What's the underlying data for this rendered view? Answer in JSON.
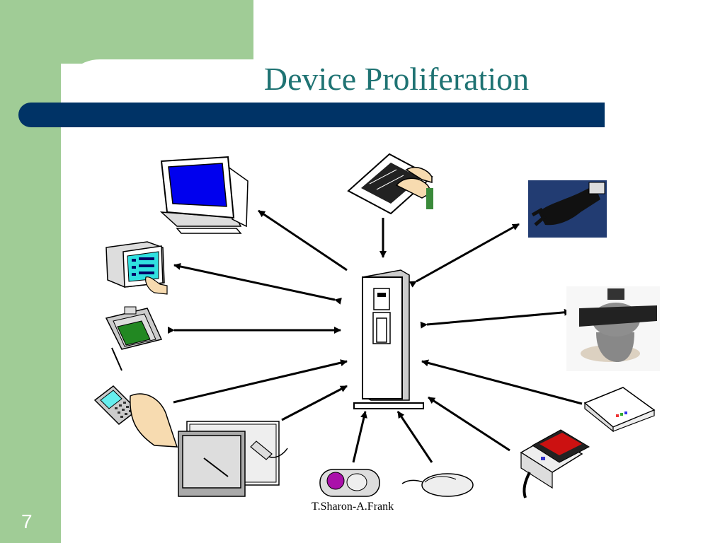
{
  "slide": {
    "title": "Device Proliferation",
    "page_number": "7",
    "credit": "T.Sharon-A.Frank"
  },
  "colors": {
    "green": "#a0cc96",
    "title_teal": "#1f7373",
    "bar_navy": "#003366"
  },
  "diagram": {
    "center": "computer-tower-icon",
    "devices": [
      "monitor-icon",
      "keyboard-typing-icon",
      "data-glove-icon",
      "touchscreen-kiosk-icon",
      "head-mounted-display-icon",
      "pda-pen-icon",
      "scanner-icon",
      "handheld-calculator-icon",
      "card-reader-icon",
      "graphics-tablet-icon",
      "mouse-icon",
      "trackball-icon"
    ]
  }
}
